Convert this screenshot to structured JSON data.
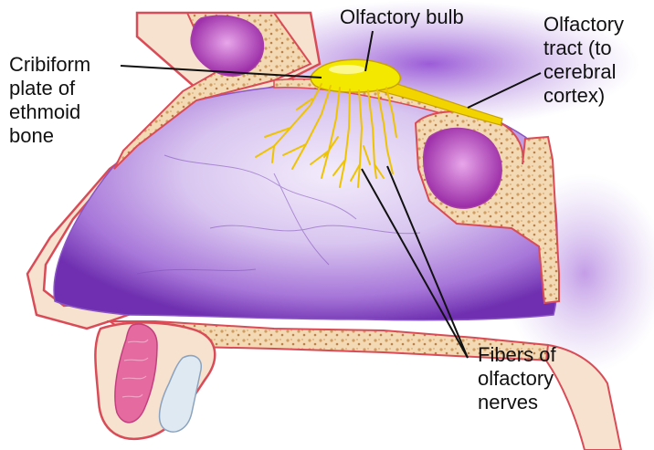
{
  "diagram": {
    "labels": {
      "olfactory_bulb": [
        "Olfactory bulb"
      ],
      "olfactory_tract": [
        "Olfactory",
        "tract (to",
        "cerebral",
        "cortex)"
      ],
      "cribriform_plate": [
        "Cribiform",
        "plate of",
        "ethmoid",
        "bone"
      ],
      "olfactory_nerve_fibers": [
        "Fibers of",
        "olfactory",
        "nerves"
      ]
    },
    "colors": {
      "nerve": "#f2d400",
      "nerve_outline": "#c9a200",
      "cavity": "#b493dd",
      "cavity_deep": "#6f2fb0",
      "bone": "#f3d9b4",
      "bone_spot": "#cf9d62",
      "skin_line": "#d94c57",
      "sinus": "#c15ac9",
      "gum": "#e46aa0"
    }
  }
}
